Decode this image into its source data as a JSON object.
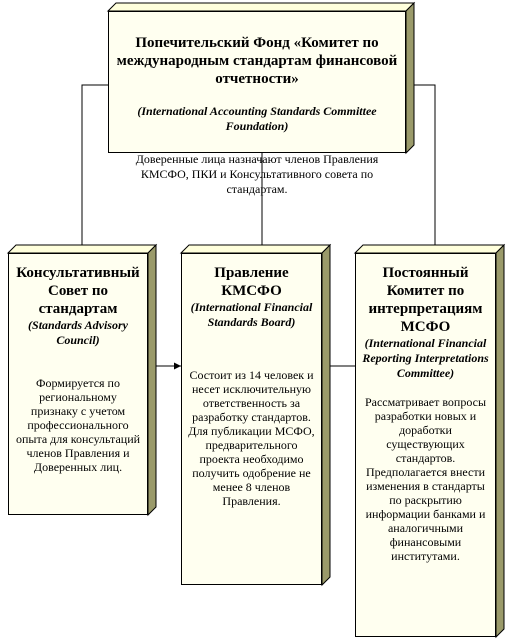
{
  "top_box": {
    "title": "Попечительский Фонд «Комитет по международным стандартам финансовой отчетности»",
    "subtitle": "(International Accounting Standards Committee Foundation)",
    "description": "Доверенные лица назначают членов Правления КМСФО, ПКИ и Консультативного совета по стандартам."
  },
  "left_box": {
    "title": "Консультативный Совет по стандартам",
    "subtitle": "(Standards Advisory Council)",
    "description": "Формируется по региональному признаку с учетом профессионального опыта для консультаций членов Правления и Доверенных лиц."
  },
  "middle_box": {
    "title": "Правление КМСФО",
    "subtitle": "(International Financial Standards Board)",
    "description": "Состоит из 14 человек и несет исключительную ответственность за разработку стандартов. Для публикации МСФО, предварительного проекта необходимо получить одобрение не менее 8 членов Правления."
  },
  "right_box": {
    "title": "Постоянный Комитет по интерпретациям МСФО",
    "subtitle": "(International Financial Reporting Interpretations Committee)",
    "description": "Рассматривает вопросы разработки новых и доработки существующих стандартов. Предполагается внести изменения в стандарты по раскрытию информации банками и аналогичными финансовыми институтами."
  }
}
